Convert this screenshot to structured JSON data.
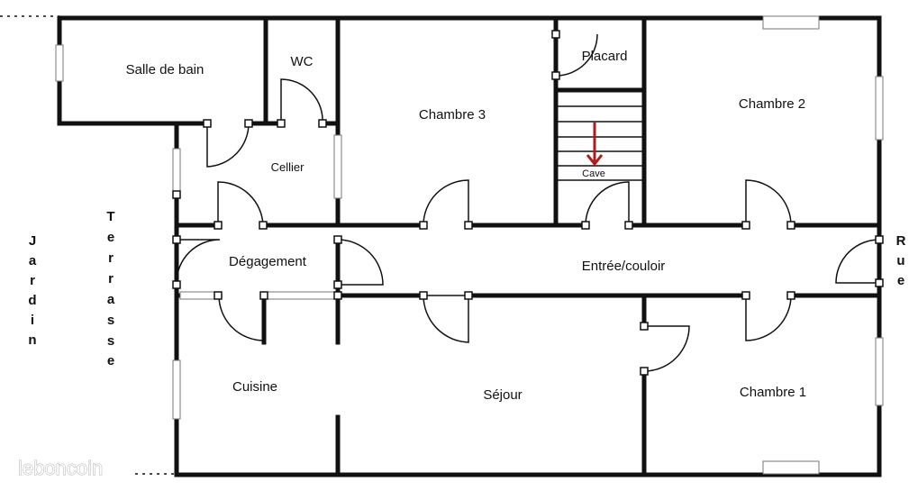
{
  "rooms": {
    "salle_de_bain": "Salle de bain",
    "wc": "WC",
    "cellier": "Cellier",
    "chambre3": "Chambre 3",
    "placard": "Placard",
    "cave": "Cave",
    "chambre2": "Chambre 2",
    "degagement": "Dégagement",
    "entree": "Entrée/couloir",
    "cuisine": "Cuisine",
    "sejour": "Séjour",
    "chambre1": "Chambre 1"
  },
  "outside": {
    "jardin": [
      "J",
      "a",
      "r",
      "d",
      "i",
      "n"
    ],
    "terrasse": [
      "T",
      "e",
      "r",
      "r",
      "a",
      "s",
      "s",
      "e"
    ],
    "rue": [
      "R",
      "u",
      "e"
    ]
  },
  "watermark": "leboncoin",
  "colors": {
    "wall": "#111111",
    "arrow": "#b31b1b"
  }
}
